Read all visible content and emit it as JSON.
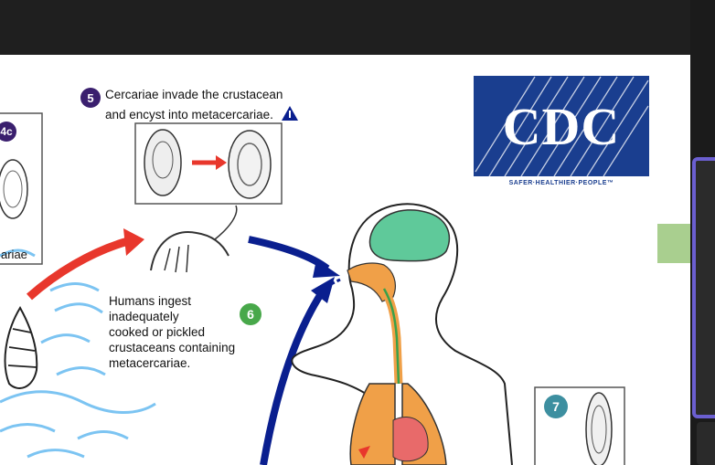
{
  "slide": {
    "step5": {
      "number": "5",
      "text_line1": "Cercariae invade the crustacean",
      "text_line2": "and encyst into metacercariae."
    },
    "step6": {
      "number": "6",
      "lines": [
        "Humans ingest",
        "inadequately",
        "cooked or pickled",
        "crustaceans containing",
        "metacercariae."
      ]
    },
    "step7": {
      "number": "7"
    },
    "step4c": {
      "number": "4c",
      "label": "ariae"
    },
    "logo": {
      "text": "CDC",
      "tagline": "SAFER·HEALTHIER·PEOPLE™"
    }
  },
  "colors": {
    "background": "#1f1f1f",
    "slide": "#ffffff",
    "cdc_blue": "#1a3e8f",
    "arrow_red": "#e8372c",
    "arrow_blue": "#0a1f8f",
    "water": "#7cc4f2",
    "accent_border": "#6b5fd0"
  }
}
